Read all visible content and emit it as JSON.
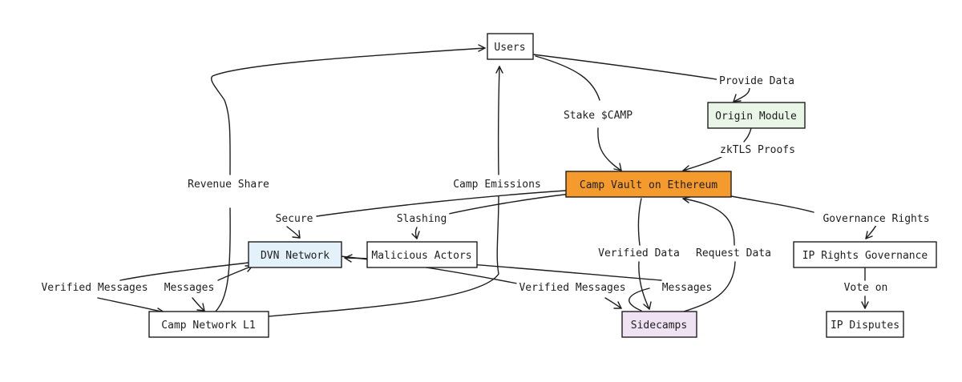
{
  "colors": {
    "stroke": "#1e1e1e",
    "default_fill": "#ffffff",
    "vault_fill": "#f59a2c",
    "origin_fill": "#e9f5e6",
    "dvn_fill": "#e3f1fb",
    "sidecamps_fill": "#efe3f3"
  },
  "nodes": {
    "users": "Users",
    "origin": "Origin Module",
    "vault": "Camp Vault on Ethereum",
    "dvn": "DVN Network",
    "malicious": "Malicious Actors",
    "ipgov": "IP Rights Governance",
    "camp_l1": "Camp Network L1",
    "sidecamps": "Sidecamps",
    "ipdisputes": "IP Disputes"
  },
  "edges": {
    "provide_data": "Provide Data",
    "stake": "Stake $CAMP",
    "zktls": "zkTLS Proofs",
    "revenue_share": "Revenue Share",
    "camp_emissions": "Camp Emissions",
    "secure": "Secure",
    "slashing": "Slashing",
    "governance": "Governance Rights",
    "verified_data": "Verified Data",
    "request_data": "Request Data",
    "vote_on": "Vote on",
    "verified_messages_left": "Verified Messages",
    "messages_left": "Messages",
    "verified_messages_right": "Verified Messages",
    "messages_right": "Messages"
  }
}
